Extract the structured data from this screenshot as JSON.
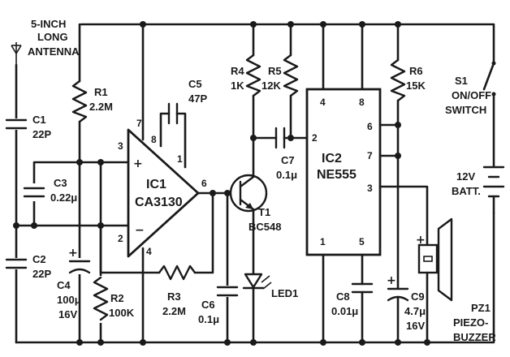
{
  "antenna": {
    "line1": "5-INCH",
    "line2": "LONG",
    "line3": "ANTENNA"
  },
  "c1": {
    "ref": "C1",
    "value": "22P"
  },
  "c2": {
    "ref": "C2",
    "value": "22P"
  },
  "c3": {
    "ref": "C3",
    "value": "0.22μ"
  },
  "c4": {
    "ref": "C4",
    "value": "100μ",
    "rating": "16V"
  },
  "c5": {
    "ref": "C5",
    "value": "47P"
  },
  "c6": {
    "ref": "C6",
    "value": "0.1μ"
  },
  "c7": {
    "ref": "C7",
    "value": "0.1μ"
  },
  "c8": {
    "ref": "C8",
    "value": "0.01μ"
  },
  "c9": {
    "ref": "C9",
    "value": "4.7μ",
    "rating": "16V"
  },
  "r1": {
    "ref": "R1",
    "value": "2.2M"
  },
  "r2": {
    "ref": "R2",
    "value": "100K"
  },
  "r3": {
    "ref": "R3",
    "value": "2.2M"
  },
  "r4": {
    "ref": "R4",
    "value": "1K"
  },
  "r5": {
    "ref": "R5",
    "value": "12K"
  },
  "r6": {
    "ref": "R6",
    "value": "15K"
  },
  "ic1": {
    "ref": "IC1",
    "part": "CA3130",
    "pins": {
      "p2": "2",
      "p3": "3",
      "p4": "4",
      "p6": "6",
      "p7": "7",
      "p8": "8",
      "p1": "1"
    },
    "plus": "+",
    "minus": "−"
  },
  "ic2": {
    "ref": "IC2",
    "part": "NE555",
    "pins": {
      "p4": "4",
      "p8": "8",
      "p6": "6",
      "p2": "2",
      "p7": "7",
      "p3": "3",
      "p1": "1",
      "p5": "5"
    }
  },
  "t1": {
    "ref": "T1",
    "part": "BC548"
  },
  "led1": {
    "ref": "LED1"
  },
  "s1": {
    "ref": "S1",
    "line1": "ON/OFF",
    "line2": "SWITCH"
  },
  "battery": {
    "voltage": "12V",
    "label": "BATT."
  },
  "pz1": {
    "ref": "PZ1",
    "line1": "PIEZO-",
    "line2": "BUZZER",
    "plus": "+"
  }
}
